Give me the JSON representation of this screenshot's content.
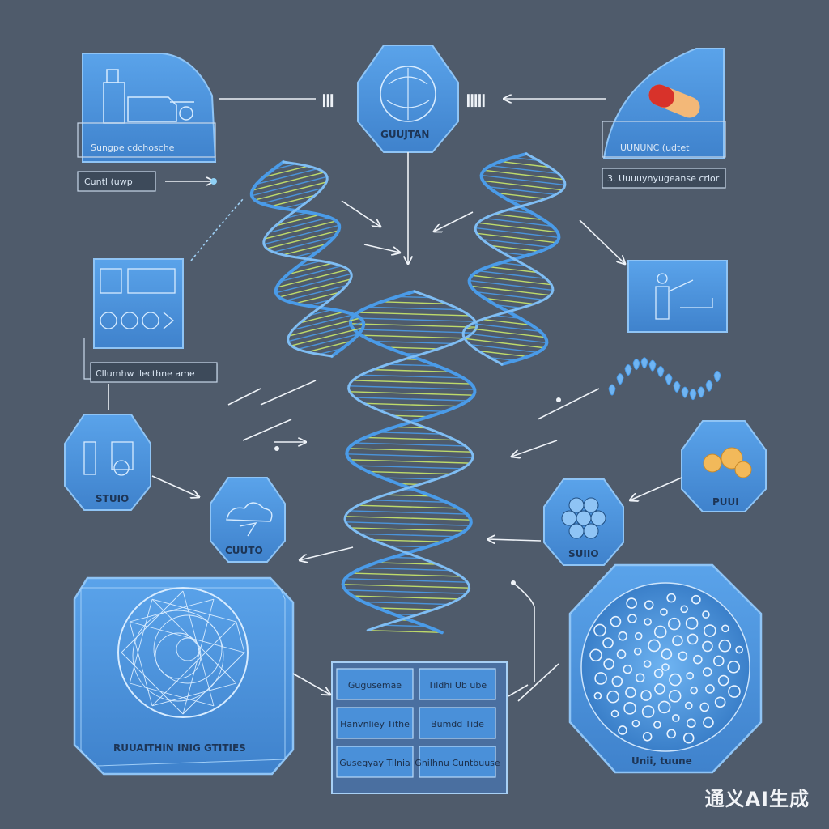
{
  "colors": {
    "background": "#4f5b6b",
    "panel": "#4a90d9",
    "panel_border": "#8fc4f5",
    "helix": "#4a9be8",
    "rung": "#cbe86a",
    "arrow": "#eef2f7"
  },
  "labels": {
    "top_left_caption": "Sungpe cdchosche",
    "top_left_tag": "Cuntl (uwp",
    "top_center_caption": "GUUJTAN",
    "top_center_bars": "|||",
    "top_right_bars": "|||||",
    "top_right_caption": "UUNUNC (udtet",
    "top_right_tag": "3. Uuuuynyugeanse crior",
    "left_mid_tag": "Cllumhw llecthne ame",
    "left_hex_caption": "STUIO",
    "left_small_hex_caption": "CUUTO",
    "right_small_hex_caption": "SUIIO",
    "right_hex_caption": "PUUI",
    "bottom_left_caption": "RUUAITHIN INIG GTITIES",
    "bottom_right_caption": "Unii, tuune",
    "table_cells": [
      [
        "Gugusemae",
        "Tildhi Ub ube"
      ],
      [
        "Hanvnliey Tithe",
        "Bumdd Tide"
      ],
      [
        "Gusegyay Tilnia",
        "Gnilhnu Cuntbuuse"
      ]
    ],
    "watermark": "通义AI生成"
  }
}
